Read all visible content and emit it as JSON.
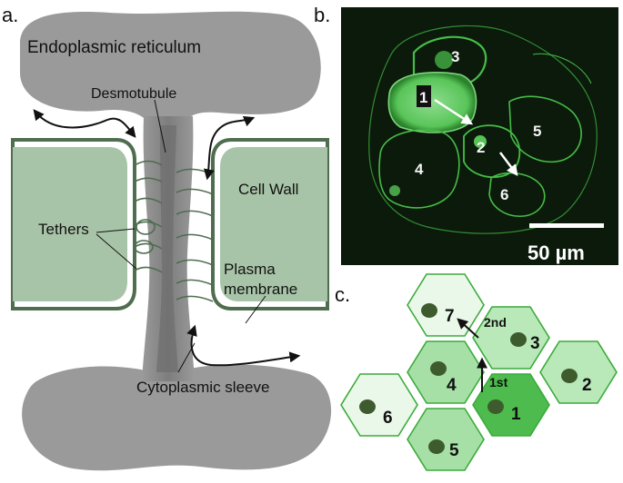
{
  "panels": {
    "a": "a.",
    "b": "b.",
    "c": "c."
  },
  "panel_a": {
    "endoplasmic_reticulum": "Endoplasmic reticulum",
    "desmotubule": "Desmotubule",
    "cell_wall": "Cell Wall",
    "tethers": "Tethers",
    "plasma_membrane_line1": "Plasma",
    "plasma_membrane_line2": "membrane",
    "cytoplasmic_sleeve": "Cytoplasmic sleeve"
  },
  "panel_b": {
    "cells": [
      "1",
      "2",
      "3",
      "4",
      "5",
      "6"
    ],
    "scale_bar": "50 µm"
  },
  "panel_c": {
    "cells": [
      "1",
      "2",
      "3",
      "4",
      "5",
      "6",
      "7"
    ],
    "first_move": "1st",
    "second_move": "2nd"
  },
  "colors": {
    "er_gray": "#9a9a9a",
    "cell_wall_fill": "#a8c4a8",
    "membrane_dark": "#4f6d4f",
    "fluorescence": "#5fd65f",
    "hex_dark": "#4dbb4d",
    "hex_mid": "#8ed98e",
    "hex_light": "#b9e8b9",
    "hex_pale": "#eaf8ea",
    "nucleus": "#3e5b2e"
  }
}
